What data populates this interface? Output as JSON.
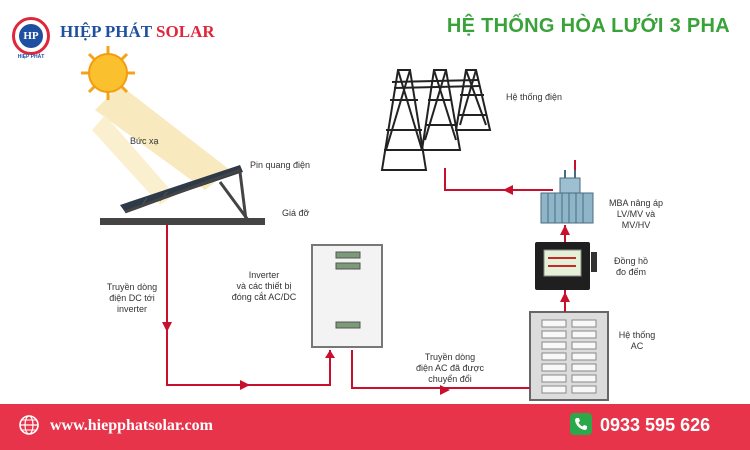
{
  "brand": {
    "logo_letters": "HP",
    "logo_subtext": "HIỆP PHÁT",
    "name_part1": "HIỆP PHÁT",
    "name_part2": "SOLAR"
  },
  "title": "HỆ THỐNG HÒA LƯỚI 3 PHA",
  "labels": {
    "radiation": "Bức xạ",
    "panel": "Pin quang điện",
    "mount": "Giá đỡ",
    "dc_transfer": [
      "Truyền dòng",
      "điện DC tới",
      "inverter"
    ],
    "inverter": [
      "Inverter",
      "và các thiết bị",
      "đóng cắt AC/DC"
    ],
    "ac_transfer": [
      "Truyền dòng",
      "điện AC đã được",
      "chuyển đổi"
    ],
    "ac_system": [
      "Hệ thống",
      "AC"
    ],
    "meter": [
      "Đồng hồ",
      "đo đếm"
    ],
    "transformer": [
      "MBA nâng áp",
      "LV/MV và",
      "MV/HV"
    ],
    "grid": "Hệ thống điện"
  },
  "footer": {
    "website": "www.hiepphatsolar.com",
    "phone": "0933 595 626"
  },
  "colors": {
    "brand_blue": "#1f4fa0",
    "brand_red": "#e0263a",
    "title_green": "#3aa23a",
    "wire_red": "#c8102e",
    "footer_bg": "#e8344a"
  }
}
